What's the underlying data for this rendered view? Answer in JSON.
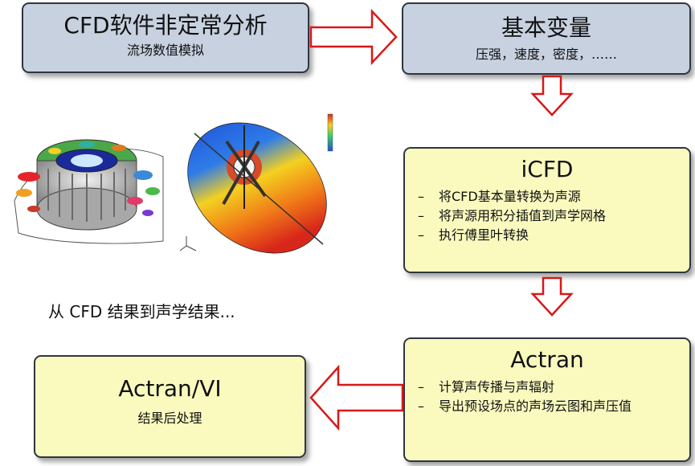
{
  "box_cfd": {
    "title": "CFD软件非定常分析",
    "subtitle": "流场数值模拟"
  },
  "box_vars": {
    "title": "基本变量",
    "subtitle": "压强，速度，密度，……"
  },
  "box_icfd": {
    "title": "iCFD",
    "items": [
      "将CFD基本量转换为声源",
      "将声源用积分插值到声学网格",
      "执行傅里叶转换"
    ]
  },
  "box_actran": {
    "title": "Actran",
    "items": [
      "计算声传播与声辐射",
      "导出预设场点的声场云图和声压值"
    ]
  },
  "box_vi": {
    "title": "Actran/VI",
    "subtitle": "结果后处理"
  },
  "caption": "从 CFD 结果到声学结果...",
  "bullet_symbol": "–",
  "colors": {
    "blue_box": "#c7d1e0",
    "yellow_box": "#fafabf",
    "arrow_stroke": "#d81818"
  }
}
